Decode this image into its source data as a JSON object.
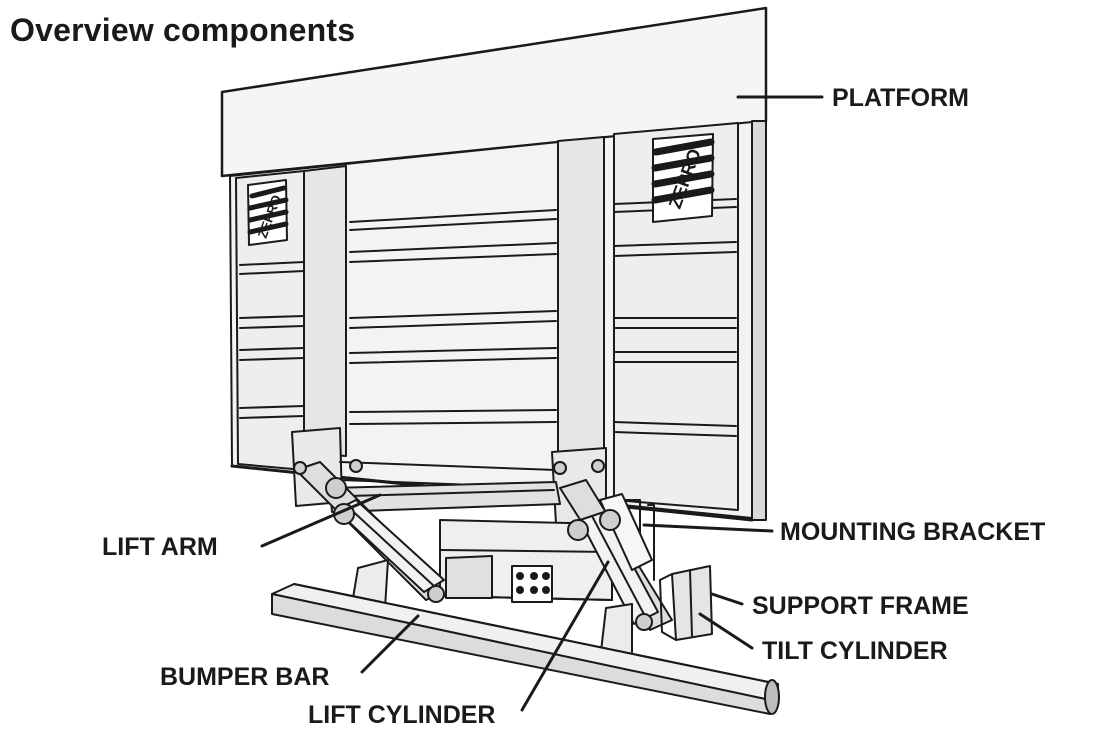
{
  "title": "Overview components",
  "labels": {
    "platform": "PLATFORM",
    "mounting_bracket": "MOUNTING BRACKET",
    "lift_arm": "LIFT ARM",
    "support_frame": "SUPPORT FRAME",
    "tilt_cylinder": "TILT CYLINDER",
    "bumper_bar": "BUMPER BAR",
    "lift_cylinder": "LIFT CYLINDER"
  },
  "logos": {
    "brand": "ZEPRO"
  },
  "colors": {
    "ink": "#1a1a1a",
    "panel_fill": "#f3f3f3",
    "background": "#ffffff"
  }
}
